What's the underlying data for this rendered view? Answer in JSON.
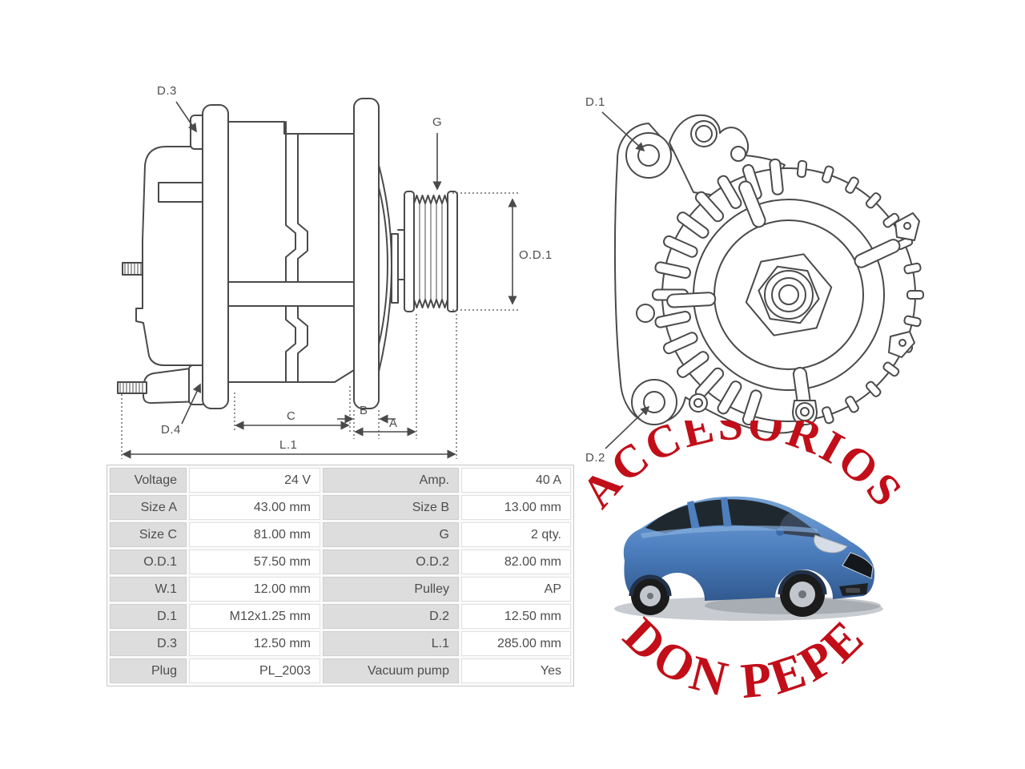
{
  "colors": {
    "accent_red": "#c10e19",
    "line_gray": "#4a4a4a",
    "table_label_bg": "#dddddd",
    "table_text": "#4d4d4d",
    "car_blue": "#4d7fbf"
  },
  "watermark": {
    "arc_top": "ACCESORIOS",
    "arc_bottom": "DON PEPE"
  },
  "side_view": {
    "labels": {
      "d3": "D.3",
      "d4": "D.4",
      "g": "G",
      "od1": "O.D.1",
      "c": "C",
      "b": "B",
      "a": "A",
      "l1": "L.1"
    }
  },
  "front_view": {
    "labels": {
      "d1": "D.1",
      "d2": "D.2"
    }
  },
  "spec_table": {
    "rows": [
      {
        "label1": "Voltage",
        "value1": "24 V",
        "label2": "Amp.",
        "value2": "40 A"
      },
      {
        "label1": "Size A",
        "value1": "43.00 mm",
        "label2": "Size B",
        "value2": "13.00 mm"
      },
      {
        "label1": "Size C",
        "value1": "81.00 mm",
        "label2": "G",
        "value2": "2 qty."
      },
      {
        "label1": "O.D.1",
        "value1": "57.50 mm",
        "label2": "O.D.2",
        "value2": "82.00 mm"
      },
      {
        "label1": "W.1",
        "value1": "12.00 mm",
        "label2": "Pulley",
        "value2": "AP"
      },
      {
        "label1": "D.1",
        "value1": "M12x1.25 mm",
        "label2": "D.2",
        "value2": "12.50 mm"
      },
      {
        "label1": "D.3",
        "value1": "12.50 mm",
        "label2": "L.1",
        "value2": "285.00 mm"
      },
      {
        "label1": "Plug",
        "value1": "PL_2003",
        "label2": "Vacuum pump",
        "value2": "Yes"
      }
    ]
  }
}
